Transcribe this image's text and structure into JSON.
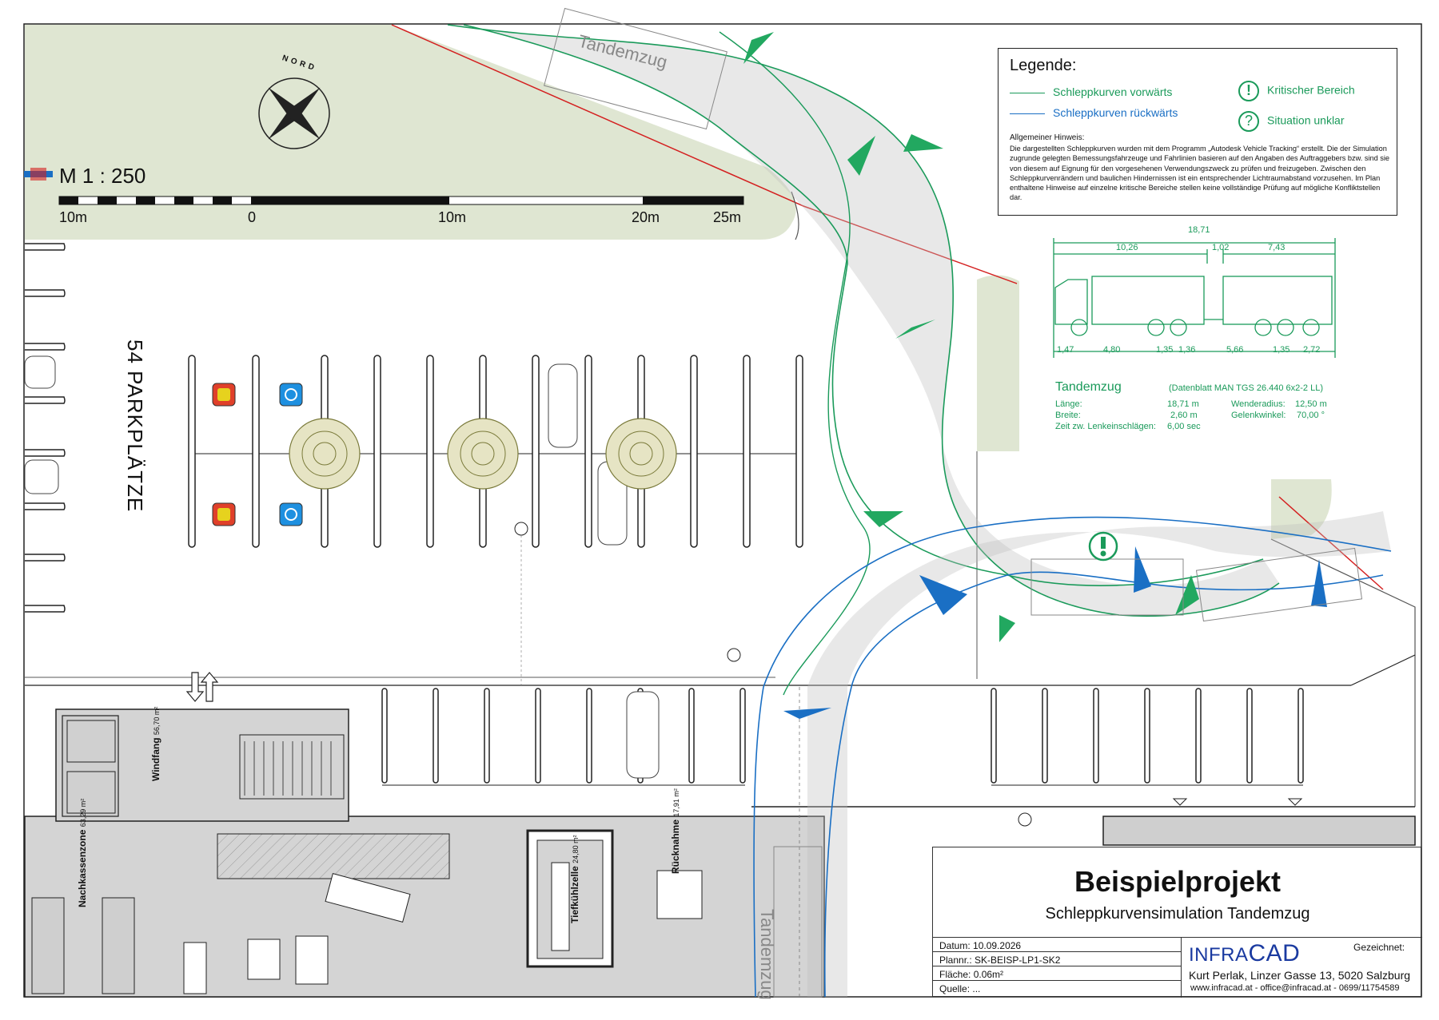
{
  "scale": {
    "title": "M 1 : 250",
    "labels": [
      "10m",
      "0",
      "10m",
      "20m",
      "25m"
    ]
  },
  "north_label": "NORD",
  "parking_label": "54 PARKPLÄTZE",
  "vehicle_label_top": "Tandemzug",
  "vehicle_label_bottom": "Tandemzug",
  "rooms": {
    "windfang": {
      "name": "Windfang",
      "area": "56,70 m²"
    },
    "nachkassenzone": {
      "name": "Nachkassenzone",
      "area": "63,29 m²"
    },
    "tiefkuehlzelle": {
      "name": "Tiefkühlzelle",
      "area": "24,80 m²"
    },
    "rueckrahme": {
      "name": "Rücknahme",
      "area": "17,91 m²"
    }
  },
  "legend": {
    "title": "Legende:",
    "forward": "Schleppkurven vorwärts",
    "backward": "Schleppkurven rückwärts",
    "critical": "Kritischer Bereich",
    "unclear": "Situation unklar",
    "note_title": "Allgemeiner Hinweis:",
    "note": "Die dargestellten Schleppkurven wurden mit dem Programm „Autodesk Vehicle Tracking“ erstellt. Die der Simulation zugrunde gelegten Bemessungsfahrzeuge und Fahrlinien basieren auf den Angaben des Auftraggebers bzw. sind sie von diesem auf Eignung für den vorgesehenen Verwendungszweck zu prüfen und freizugeben. Zwischen den Schleppkurvenrändern und baulichen Hindernissen ist ein entsprechender Lichtraumabstand vorzusehen. Im Plan enthaltene Hinweise auf einzelne kritische Bereiche stellen keine vollständige Prüfung auf mögliche Konfliktstellen dar."
  },
  "vehicle": {
    "dim_total": "18,71",
    "dim_truck": "10,26",
    "dim_gap": "1,02",
    "dim_trailer": "7,43",
    "dims_bottom": [
      "1,47",
      "4,80",
      "1,35",
      "1,36",
      "5,66",
      "1,35",
      "2,72"
    ],
    "name": "Tandemzug",
    "datasheet": "(Datenblatt MAN TGS 26.440 6x2-2 LL)",
    "rows": [
      {
        "label": "Länge:",
        "value": "18,71 m",
        "label2": "Wenderadius:",
        "value2": "12,50 m"
      },
      {
        "label": "Breite:",
        "value": "2,60 m",
        "label2": "Gelenkwinkel:",
        "value2": "70,00 °"
      },
      {
        "label": "Zeit zw. Lenkeinschlägen:",
        "value": "6,00 sec",
        "label2": "",
        "value2": ""
      }
    ]
  },
  "titleblock": {
    "project": "Beispielprojekt",
    "subtitle": "Schleppkurvensimulation Tandemzug",
    "datum_label": "Datum:",
    "datum": "10.09.2026",
    "plannr_label": "Plannr.:",
    "plannr": "SK-BEISP-LP1-SK2",
    "flaeche_label": "Fläche:",
    "flaeche": "0.06m²",
    "quelle_label": "Quelle:",
    "quelle": "...",
    "logo_prefix": "INFRA",
    "logo_suffix": "CAD",
    "address": "Kurt Perlak, Linzer Gasse 13, 5020 Salzburg",
    "web": "www.infracad.at - office@infracad.at - 0699/11754589",
    "gezeichnet": "Gezeichnet:"
  },
  "colors": {
    "forward": "#1a9a5a",
    "backward": "#1a6fc4",
    "grass": "#dfe6d2",
    "building": "#d4d4d4",
    "parcel_line": "#d42020"
  }
}
